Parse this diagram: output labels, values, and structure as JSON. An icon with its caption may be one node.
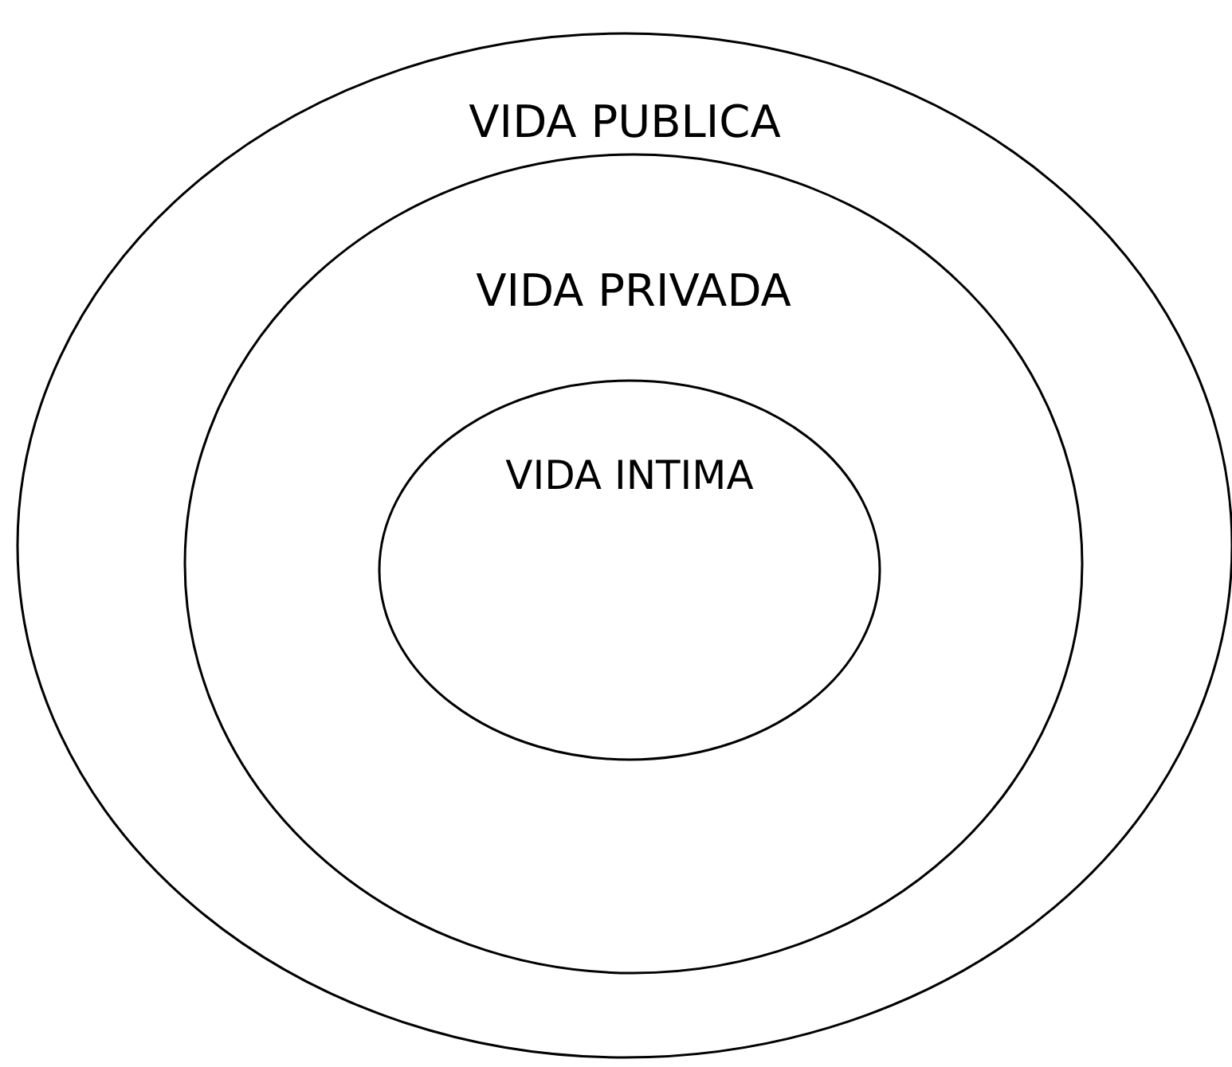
{
  "diagram": {
    "nodes": [
      {
        "text": [
          "VIDA PUBLICA"
        ]
      },
      {
        "text": [
          "VIDA PRIVADA"
        ],
        "in": 0
      },
      {
        "text": [
          "VIDA INTIMA"
        ],
        "in": 1
      }
    ],
    "edges": []
  }
}
